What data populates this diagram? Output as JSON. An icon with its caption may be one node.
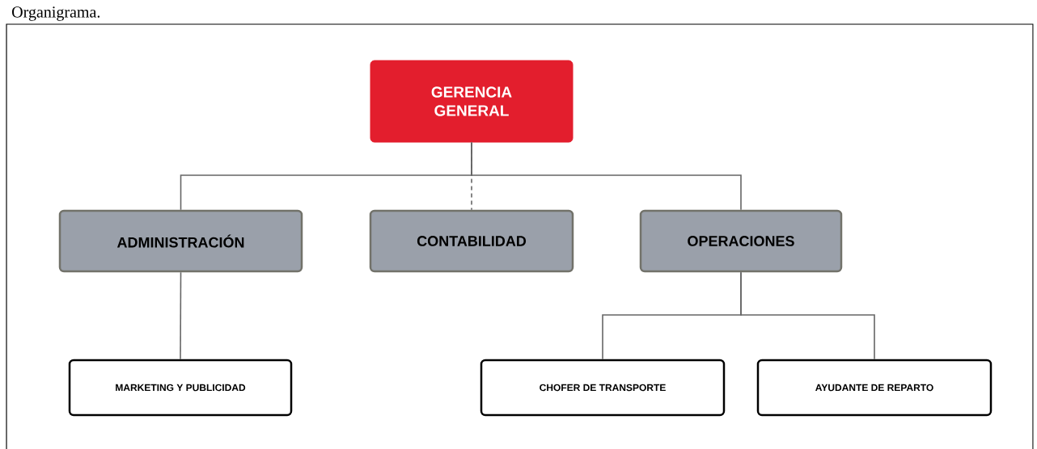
{
  "diagram": {
    "title": "Organigrama.",
    "nodes": [
      {
        "text": [
          "GERENCIA GENERAL"
        ]
      },
      {
        "text": [
          "ADMINISTRACIÓN"
        ]
      },
      {
        "text": [
          "CONTABILIDAD"
        ]
      },
      {
        "text": [
          "OPERACIONES"
        ]
      },
      {
        "text": [
          "MARKETING Y PUBLICIDAD"
        ]
      },
      {
        "text": [
          "CHOFER DE TRANSPORTE"
        ]
      },
      {
        "text": [
          "AYUDANTE DE REPARTO"
        ]
      }
    ],
    "edges": [
      {
        "from": 0,
        "to": 1,
        "arrow": "none"
      },
      {
        "from": 0,
        "to": 2,
        "arrow": "none",
        "style": "dashed"
      },
      {
        "from": 0,
        "to": 3,
        "arrow": "none"
      },
      {
        "from": 1,
        "to": 4,
        "arrow": "none"
      },
      {
        "from": 3,
        "to": 5,
        "arrow": "none"
      },
      {
        "from": 3,
        "to": 6,
        "arrow": "none"
      }
    ]
  }
}
